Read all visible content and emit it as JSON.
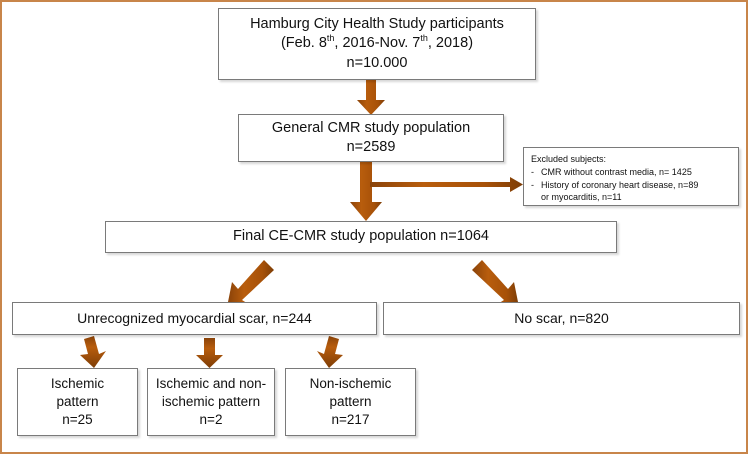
{
  "figure": {
    "type": "flowchart",
    "title": "Hamburg City Health Study CE-CMR participant flow",
    "border_color": "#c8854a",
    "arrow_color": "#b05a10",
    "box_border_color": "#7a7a7a"
  },
  "nodes": {
    "participants": {
      "line1": "Hamburg City Health Study participants",
      "line2_a": "(Feb. 8",
      "line2_sup1": "th",
      "line2_b": ", 2016-Nov. 7",
      "line2_sup2": "th",
      "line2_c": ", 2018)",
      "line3": "n=10.000"
    },
    "general_cmr": {
      "line1": "General CMR study population",
      "line2": "n=2589"
    },
    "final_cecmr": {
      "line1": "Final CE-CMR study population n=1064"
    },
    "unrecognized": {
      "line1": "Unrecognized myocardial scar, n=244"
    },
    "no_scar": {
      "line1": "No scar, n=820"
    },
    "ischemic": {
      "line1": "Ischemic",
      "line2": "pattern",
      "line3": "n=25"
    },
    "mixed": {
      "line1": "Ischemic and non-",
      "line2": "ischemic pattern",
      "line3": "n=2"
    },
    "nonischemic": {
      "line1": "Non-ischemic",
      "line2": "pattern",
      "line3": "n=217"
    },
    "excluded": {
      "title": "Excluded subjects:",
      "dash": "-",
      "item1": "CMR without contrast media, n= 1425",
      "item2": "History of coronary heart disease, n=89",
      "item2_cont": "or myocarditis, n=11"
    }
  },
  "edges": [
    {
      "name": "participants-to-general-cmr",
      "from": "participants",
      "to": "general_cmr",
      "direction": "down"
    },
    {
      "name": "general-cmr-to-final-cecmr",
      "from": "general_cmr",
      "to": "final_cecmr",
      "direction": "down"
    },
    {
      "name": "general-cmr-to-excluded",
      "from": "general_cmr",
      "to": "excluded",
      "direction": "right"
    },
    {
      "name": "final-cecmr-to-unrecognized",
      "from": "final_cecmr",
      "to": "unrecognized",
      "direction": "down-left"
    },
    {
      "name": "final-cecmr-to-no-scar",
      "from": "final_cecmr",
      "to": "no_scar",
      "direction": "down-right"
    },
    {
      "name": "unrecognized-to-ischemic",
      "from": "unrecognized",
      "to": "ischemic",
      "direction": "down-left"
    },
    {
      "name": "unrecognized-to-mixed",
      "from": "unrecognized",
      "to": "mixed",
      "direction": "down"
    },
    {
      "name": "unrecognized-to-nonischemic",
      "from": "unrecognized",
      "to": "nonischemic",
      "direction": "down-right"
    }
  ]
}
